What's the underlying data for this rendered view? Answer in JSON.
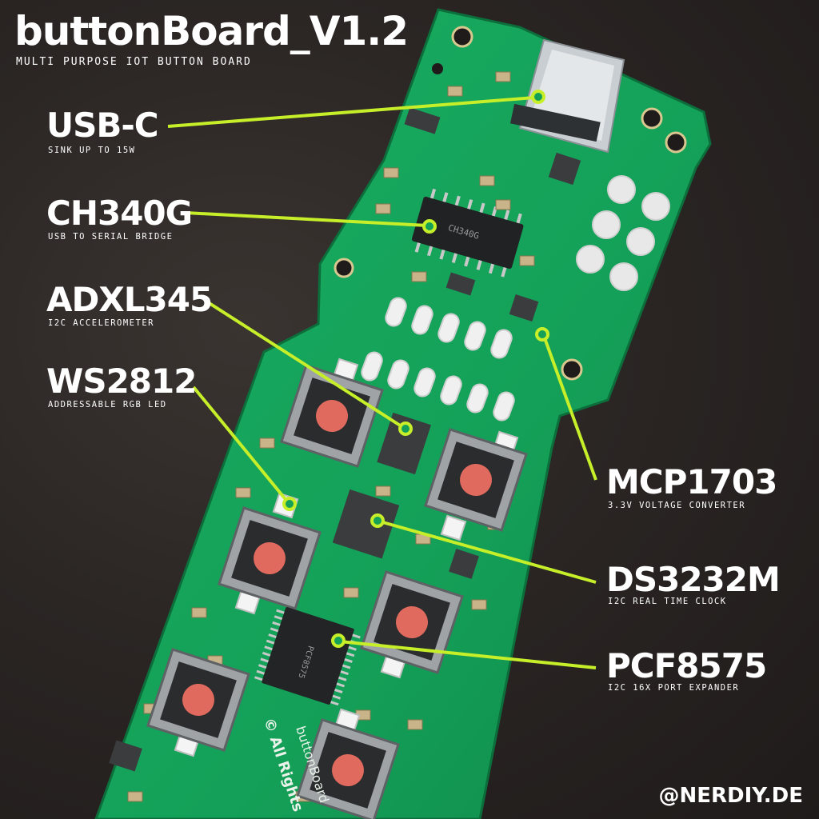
{
  "header": {
    "title": "buttonBoard_V1.2",
    "subtitle": "MULTI PURPOSE IOT BUTTON BOARD"
  },
  "callouts": [
    {
      "name": "USB-C",
      "desc": "SINK UP TO 15W"
    },
    {
      "name": "CH340G",
      "desc": "USB TO SERIAL BRIDGE"
    },
    {
      "name": "ADXL345",
      "desc": "I2C ACCELEROMETER"
    },
    {
      "name": "WS2812",
      "desc": "ADDRESSABLE RGB LED"
    },
    {
      "name": "MCP1703",
      "desc": "3.3V VOLTAGE CONVERTER"
    },
    {
      "name": "DS3232M",
      "desc": "I2C REAL TIME CLOCK"
    },
    {
      "name": "PCF8575",
      "desc": "I2C 16X PORT EXPANDER"
    }
  ],
  "footer": {
    "handle": "@NERDIY.DE"
  },
  "colors": {
    "pcb": "#14a058",
    "leader": "#c6ef2a",
    "button_cap": "#e06a5e"
  },
  "board_silkscreen": {
    "ic_ch340": "CH340G",
    "ic_pcf": "PCF8575",
    "copyright": "© All Rights",
    "project": "buttonBoard"
  }
}
